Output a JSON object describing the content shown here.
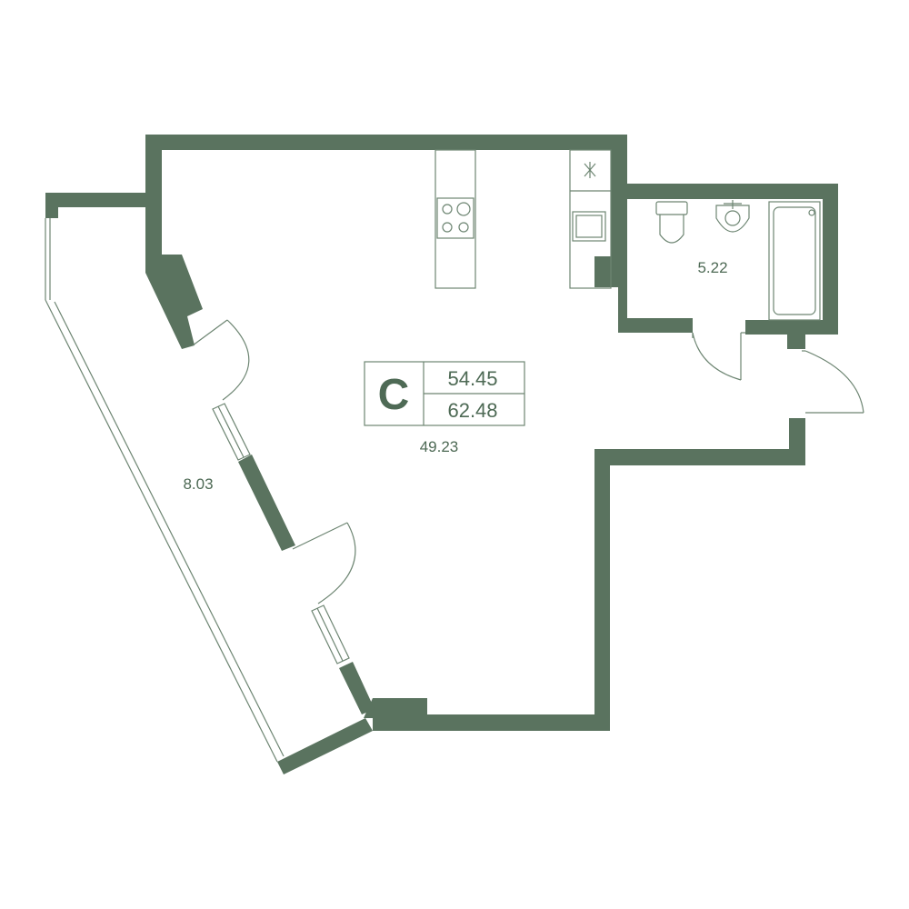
{
  "plan": {
    "type_letter": "C",
    "area_living": "54.45",
    "area_total": "62.48",
    "rooms": {
      "main_room_area": "49.23",
      "bathroom_area": "5.22",
      "balcony_area": "8.03"
    },
    "colors": {
      "wall": "#5a735f",
      "text": "#4e6a55",
      "lines": "#6d8572"
    }
  }
}
